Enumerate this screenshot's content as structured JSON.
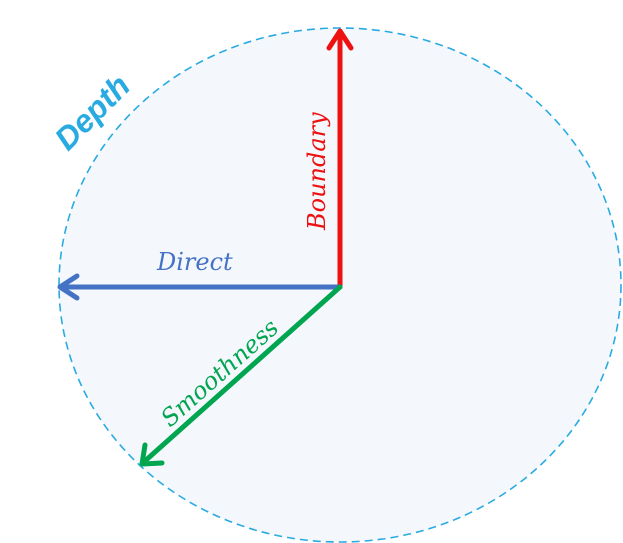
{
  "diagram": {
    "circle_label": "Depth",
    "arrows": [
      {
        "key": "boundary",
        "label": "Boundary",
        "color": "#ee1111"
      },
      {
        "key": "direct",
        "label": "Direct",
        "color": "#4472c4"
      },
      {
        "key": "smoothness",
        "label": "Smoothness",
        "color": "#00a550"
      }
    ],
    "colors": {
      "circle_stroke": "#29abe2",
      "circle_fill": "#f4f8fc",
      "depth_label": "#29abe2"
    }
  }
}
